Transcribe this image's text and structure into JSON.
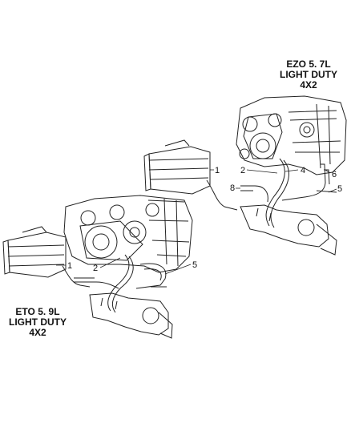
{
  "diagram": {
    "upper_assembly": {
      "engine_code": "EZO 5. 7L",
      "duty": "LIGHT DUTY",
      "drive": "4X2",
      "callouts": [
        "1",
        "2",
        "4",
        "6",
        "8",
        "5"
      ]
    },
    "lower_assembly": {
      "engine_code": "ETO 5. 9L",
      "duty": "LIGHT DUTY",
      "drive": "4X2",
      "callouts": [
        "1",
        "2",
        "5"
      ]
    }
  }
}
